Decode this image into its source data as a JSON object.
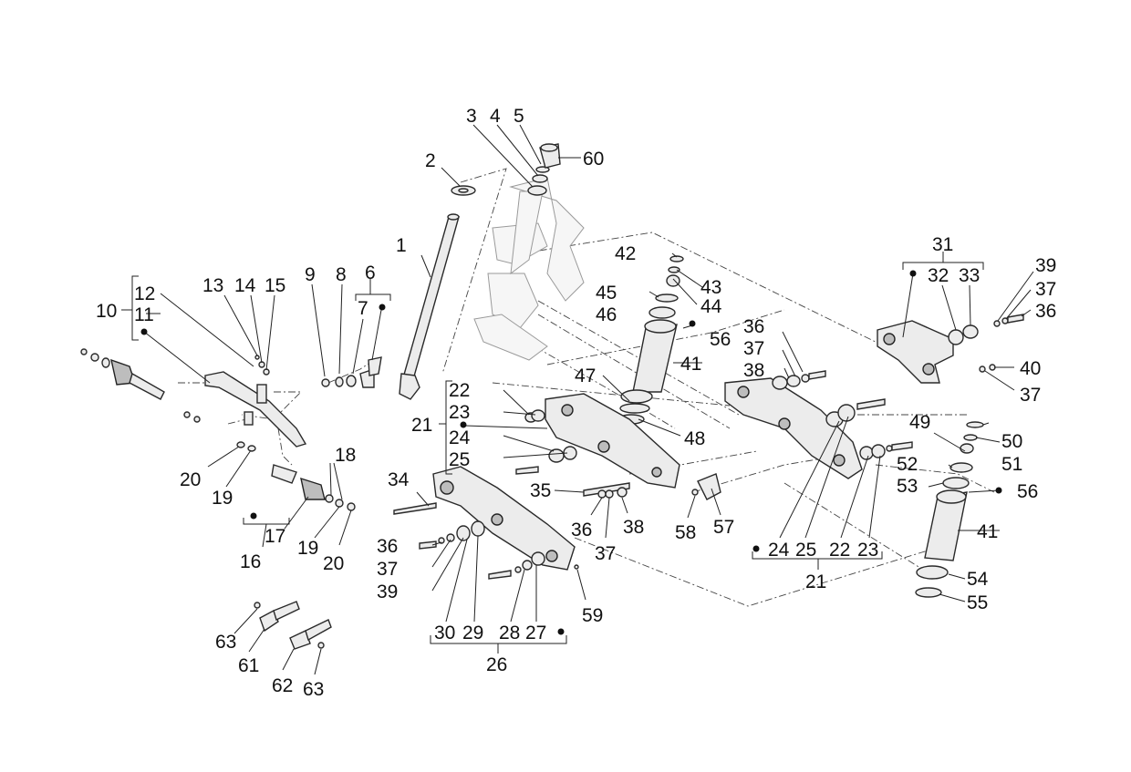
{
  "callouts": [
    {
      "id": "c1",
      "text": "1"
    },
    {
      "id": "c2",
      "text": "2"
    },
    {
      "id": "c3",
      "text": "3"
    },
    {
      "id": "c4",
      "text": "4"
    },
    {
      "id": "c5",
      "text": "5"
    },
    {
      "id": "c60",
      "text": "60"
    },
    {
      "id": "c6",
      "text": "6"
    },
    {
      "id": "c7",
      "text": "7"
    },
    {
      "id": "c8",
      "text": "8"
    },
    {
      "id": "c9",
      "text": "9"
    },
    {
      "id": "c10",
      "text": "10"
    },
    {
      "id": "c11",
      "text": "11"
    },
    {
      "id": "c12",
      "text": "12"
    },
    {
      "id": "c13",
      "text": "13"
    },
    {
      "id": "c14",
      "text": "14"
    },
    {
      "id": "c15",
      "text": "15"
    },
    {
      "id": "c16",
      "text": "16"
    },
    {
      "id": "c17",
      "text": "17"
    },
    {
      "id": "c18",
      "text": "18"
    },
    {
      "id": "c19a",
      "text": "19"
    },
    {
      "id": "c19b",
      "text": "19"
    },
    {
      "id": "c20a",
      "text": "20"
    },
    {
      "id": "c20b",
      "text": "20"
    },
    {
      "id": "c21a",
      "text": "21"
    },
    {
      "id": "c21b",
      "text": "21"
    },
    {
      "id": "c22a",
      "text": "22"
    },
    {
      "id": "c22b",
      "text": "22"
    },
    {
      "id": "c23a",
      "text": "23"
    },
    {
      "id": "c23b",
      "text": "23"
    },
    {
      "id": "c24a",
      "text": "24"
    },
    {
      "id": "c24b",
      "text": "24"
    },
    {
      "id": "c25a",
      "text": "25"
    },
    {
      "id": "c25b",
      "text": "25"
    },
    {
      "id": "c26",
      "text": "26"
    },
    {
      "id": "c27",
      "text": "27"
    },
    {
      "id": "c28",
      "text": "28"
    },
    {
      "id": "c29",
      "text": "29"
    },
    {
      "id": "c30",
      "text": "30"
    },
    {
      "id": "c31",
      "text": "31"
    },
    {
      "id": "c32",
      "text": "32"
    },
    {
      "id": "c33",
      "text": "33"
    },
    {
      "id": "c34",
      "text": "34"
    },
    {
      "id": "c35",
      "text": "35"
    },
    {
      "id": "c36a",
      "text": "36"
    },
    {
      "id": "c36b",
      "text": "36"
    },
    {
      "id": "c36c",
      "text": "36"
    },
    {
      "id": "c36d",
      "text": "36"
    },
    {
      "id": "c37a",
      "text": "37"
    },
    {
      "id": "c37b",
      "text": "37"
    },
    {
      "id": "c37c",
      "text": "37"
    },
    {
      "id": "c37d",
      "text": "37"
    },
    {
      "id": "c37e",
      "text": "37"
    },
    {
      "id": "c38a",
      "text": "38"
    },
    {
      "id": "c38b",
      "text": "38"
    },
    {
      "id": "c39a",
      "text": "39"
    },
    {
      "id": "c39b",
      "text": "39"
    },
    {
      "id": "c40",
      "text": "40"
    },
    {
      "id": "c41a",
      "text": "41"
    },
    {
      "id": "c41b",
      "text": "41"
    },
    {
      "id": "c42",
      "text": "42"
    },
    {
      "id": "c43",
      "text": "43"
    },
    {
      "id": "c44",
      "text": "44"
    },
    {
      "id": "c45",
      "text": "45"
    },
    {
      "id": "c46",
      "text": "46"
    },
    {
      "id": "c47",
      "text": "47"
    },
    {
      "id": "c48",
      "text": "48"
    },
    {
      "id": "c49",
      "text": "49"
    },
    {
      "id": "c50",
      "text": "50"
    },
    {
      "id": "c51",
      "text": "51"
    },
    {
      "id": "c52",
      "text": "52"
    },
    {
      "id": "c53",
      "text": "53"
    },
    {
      "id": "c54",
      "text": "54"
    },
    {
      "id": "c55",
      "text": "55"
    },
    {
      "id": "c56a",
      "text": "56"
    },
    {
      "id": "c56b",
      "text": "56"
    },
    {
      "id": "c57",
      "text": "57"
    },
    {
      "id": "c58",
      "text": "58"
    },
    {
      "id": "c59",
      "text": "59"
    },
    {
      "id": "c61",
      "text": "61"
    },
    {
      "id": "c62",
      "text": "62"
    },
    {
      "id": "c63a",
      "text": "63"
    },
    {
      "id": "c63b",
      "text": "63"
    }
  ]
}
